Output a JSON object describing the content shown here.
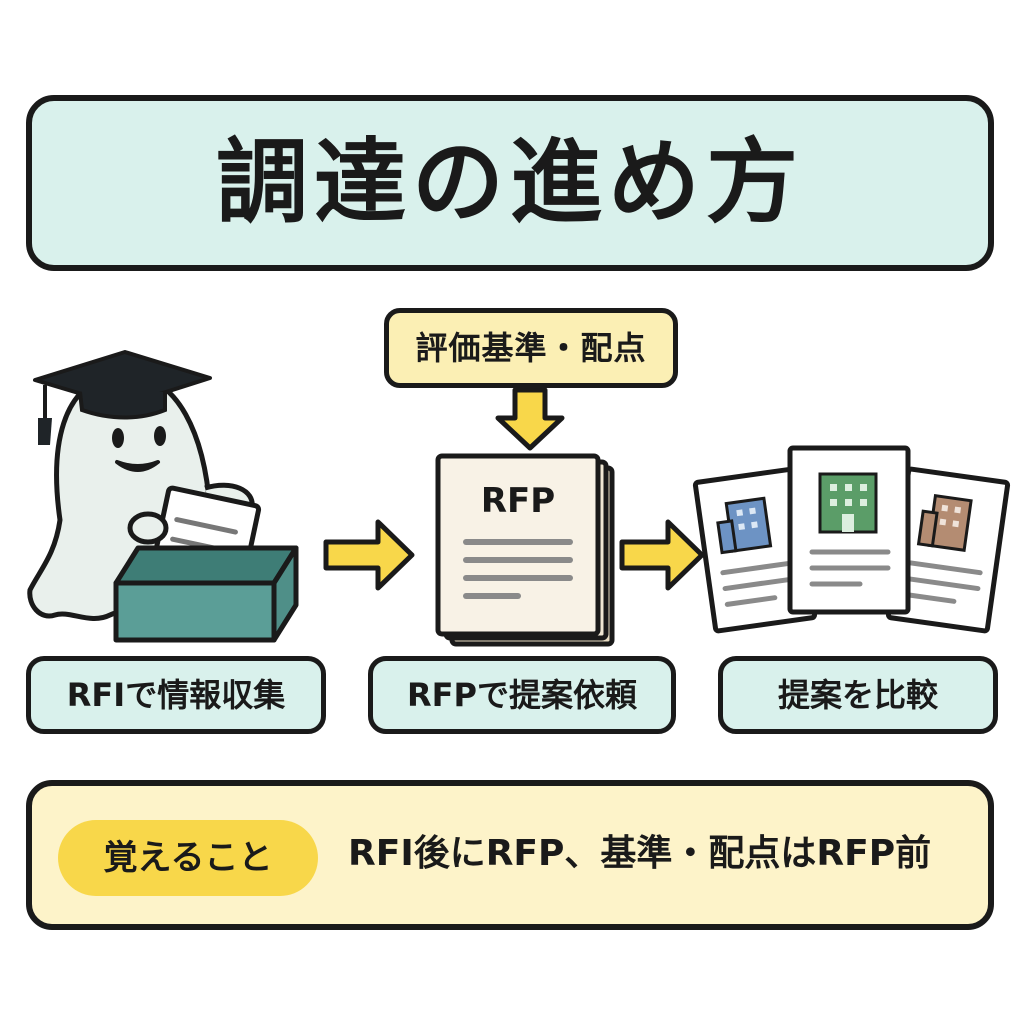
{
  "title": "調達の進め方",
  "criteria_label": "評価基準・配点",
  "rfp_doc_label": "RFP",
  "steps": [
    {
      "label": "RFIで情報収集"
    },
    {
      "label": "RFPで提案依頼"
    },
    {
      "label": "提案を比較"
    }
  ],
  "note": {
    "tag": "覚えること",
    "text": "RFI後にRFP、基準・配点はRFP前"
  },
  "colors": {
    "title_bg": "#d9f1ec",
    "accent_yellow": "#f8d74a",
    "note_bg": "#fdf3c9",
    "box_teal": "#5b9e97",
    "building_blue": "#6d93c4",
    "building_green": "#5b9d68",
    "building_brown": "#b48c72"
  },
  "icons": [
    "ghost-mascot-with-graduation-cap",
    "arrow-right-icon",
    "arrow-down-icon",
    "rfp-document-icon",
    "proposal-card-icon",
    "building-icon"
  ]
}
